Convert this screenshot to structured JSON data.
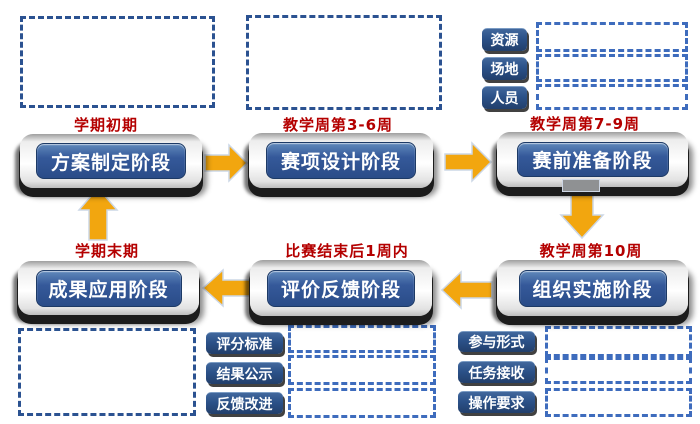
{
  "colors": {
    "label_red": "#b40000",
    "arrow_gold": "#f2a60f",
    "stage_blue": "#2e5492",
    "tag_navy": "#2b5188",
    "dash_blue": "#2b5291"
  },
  "stages": [
    {
      "name": "方案制定阶段",
      "time": "学期初期"
    },
    {
      "name": "赛项设计阶段",
      "time": "教学周第3-6周"
    },
    {
      "name": "赛前准备阶段",
      "time": "教学周第7-9周"
    },
    {
      "name": "组织实施阶段",
      "time": "教学周第10周"
    },
    {
      "name": "评价反馈阶段",
      "time": "比赛结束后1周内"
    },
    {
      "name": "成果应用阶段",
      "time": "学期末期"
    }
  ],
  "preparation_tags": [
    "资源",
    "场地",
    "人员"
  ],
  "evaluation_tags": [
    "评分标准",
    "结果公示",
    "反馈改进"
  ],
  "implementation_tags": [
    "参与形式",
    "任务接收",
    "操作要求"
  ]
}
